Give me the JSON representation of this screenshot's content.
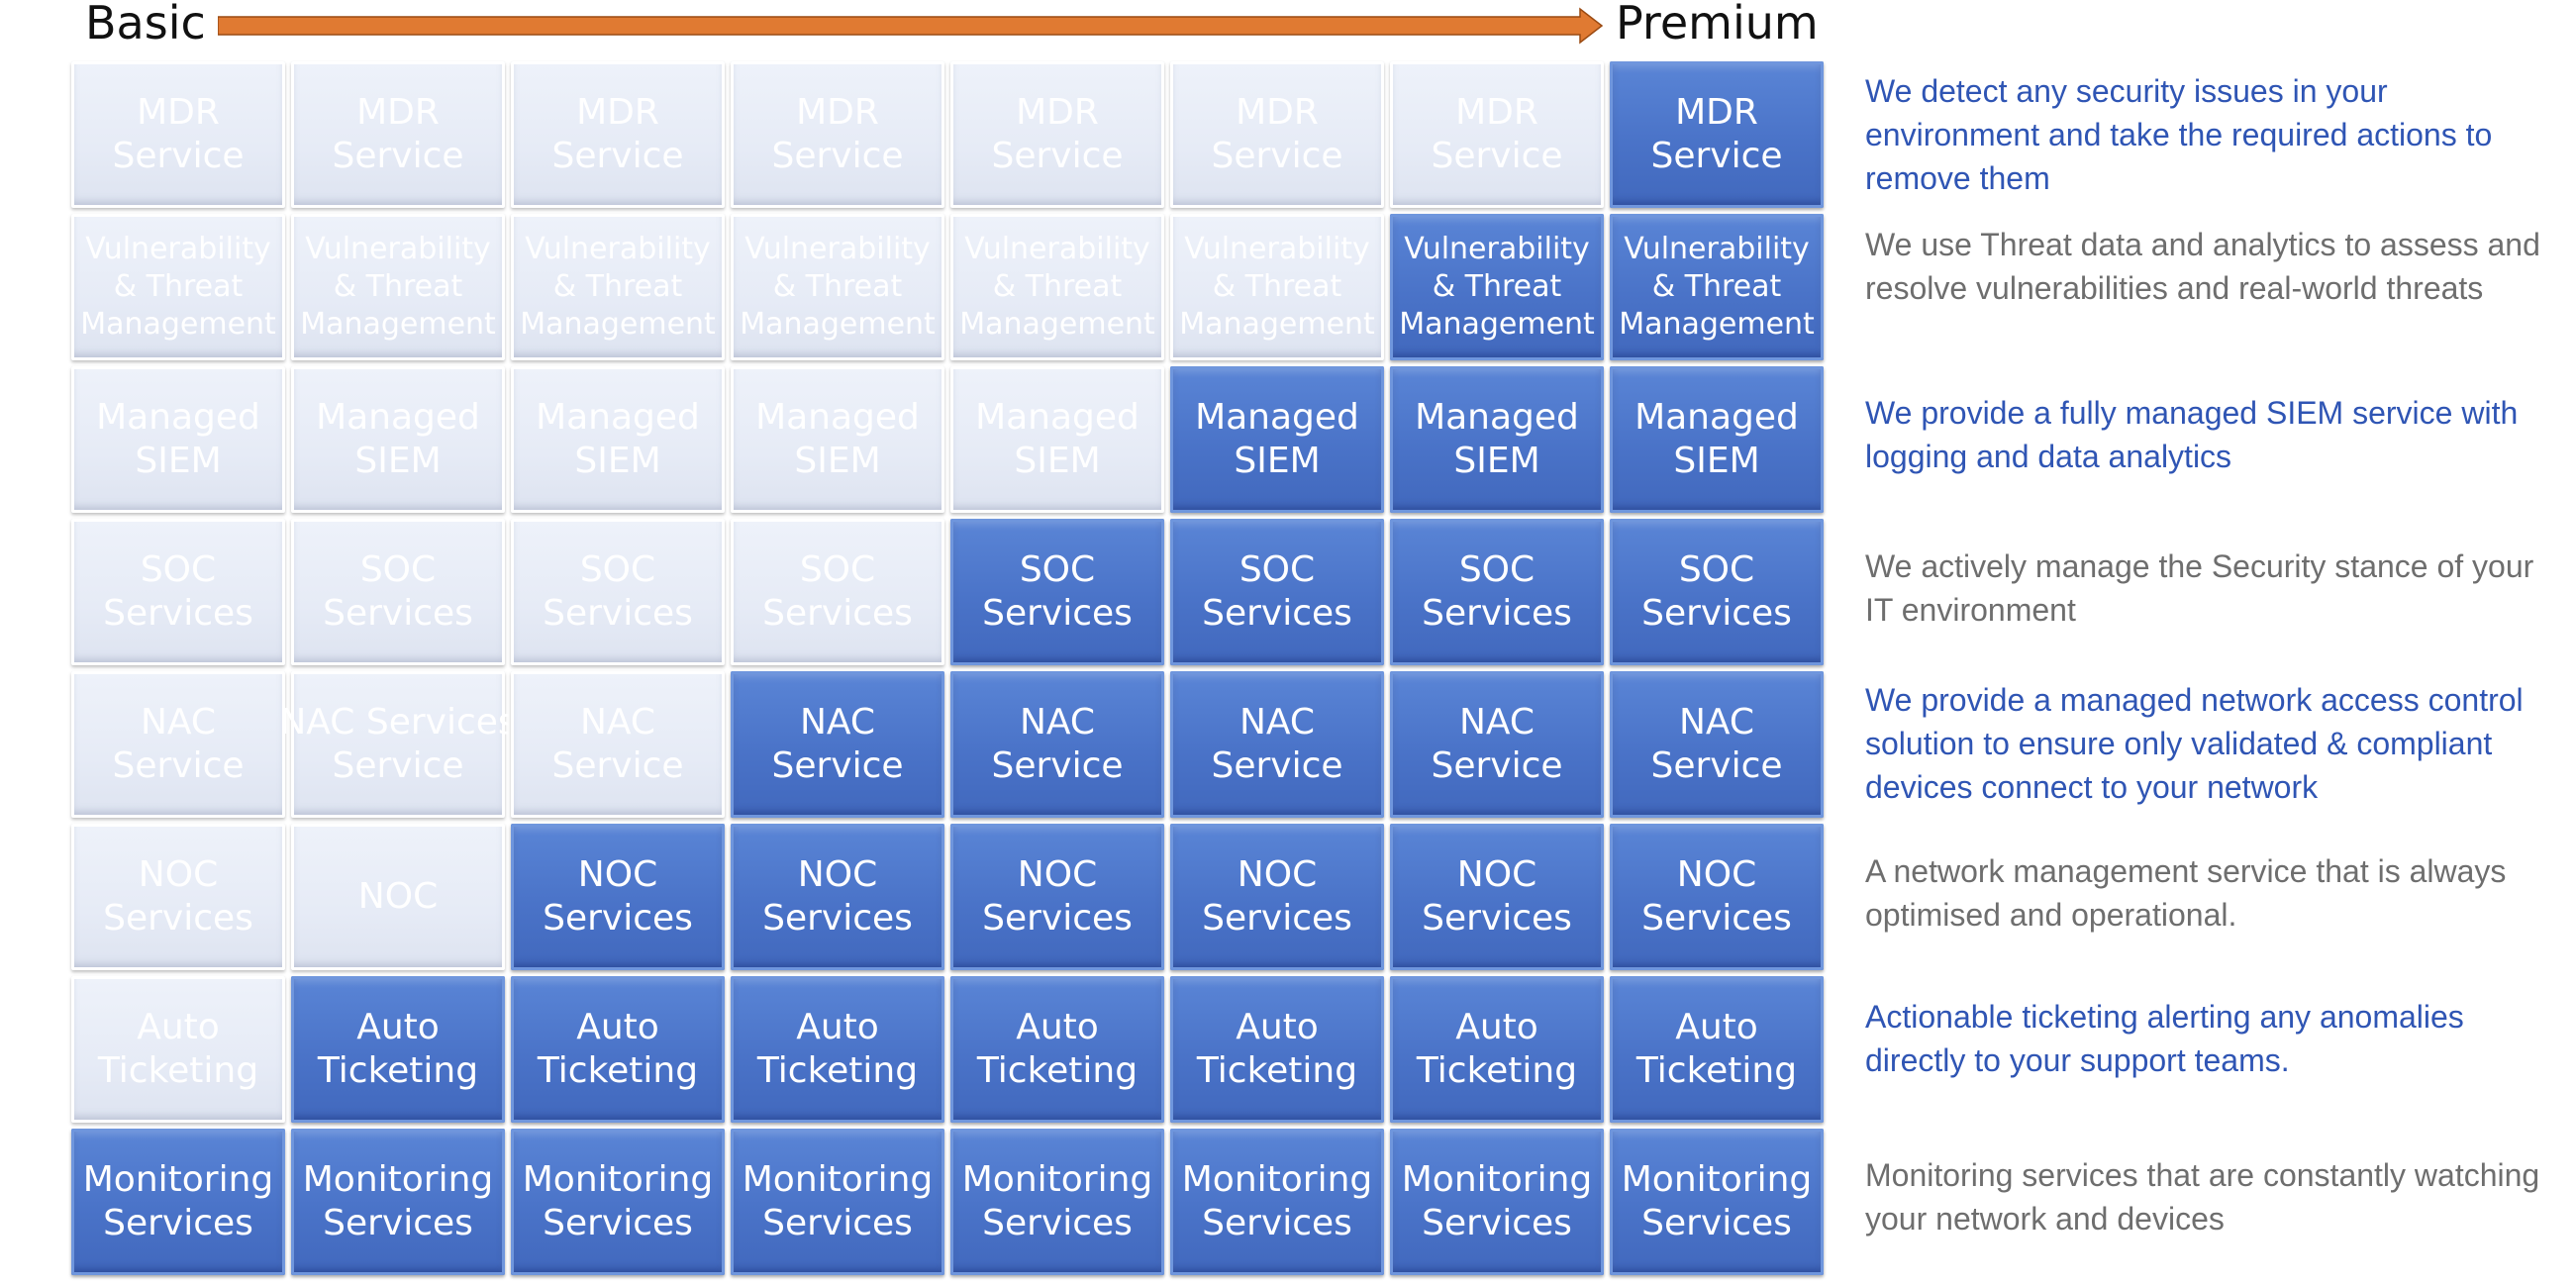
{
  "header": {
    "basic_label": "Basic",
    "premium_label": "Premium",
    "arrow_color": "#e07a32"
  },
  "colors": {
    "active_tile": "#4a73c8",
    "inactive_tile": "#e6ebf6",
    "desc_blue": "#2f55b4",
    "desc_grey": "#6e6e6e"
  },
  "services": [
    {
      "lines": [
        "MDR",
        "Service"
      ],
      "active_from_column": 8
    },
    {
      "lines": [
        "Vulnerability",
        "& Threat",
        "Management"
      ],
      "active_from_column": 7
    },
    {
      "lines": [
        "Managed",
        "SIEM"
      ],
      "active_from_column": 6
    },
    {
      "lines": [
        "SOC",
        "Services"
      ],
      "active_from_column": 5
    },
    {
      "lines": [
        "NAC",
        "Service"
      ],
      "active_from_column": 4,
      "overrides": {
        "2": [
          "NAC Services",
          "Service"
        ]
      }
    },
    {
      "lines": [
        "NOC",
        "Services"
      ],
      "active_from_column": 3,
      "overrides": {
        "2": [
          "NOC"
        ]
      }
    },
    {
      "lines": [
        "Auto",
        "Ticketing"
      ],
      "active_from_column": 2
    },
    {
      "lines": [
        "Monitoring",
        "Services"
      ],
      "active_from_column": 1
    }
  ],
  "descriptions": [
    {
      "text": "We detect any security issues in your environment and take the required actions to remove them",
      "style": "blue"
    },
    {
      "text": "We use Threat data and analytics to assess and resolve vulnerabilities and real-world threats",
      "style": "grey"
    },
    {
      "text": "We provide a fully managed SIEM service with logging and data analytics",
      "style": "blue"
    },
    {
      "text": "We actively manage the Security stance of your IT environment",
      "style": "grey"
    },
    {
      "text": "We provide a managed network access control solution to ensure only validated & compliant devices connect to your network",
      "style": "blue"
    },
    {
      "text": "A network management service that is always optimised and operational.",
      "style": "grey"
    },
    {
      "text": "Actionable ticketing alerting any anomalies directly to your support teams.",
      "style": "blue"
    },
    {
      "text": "Monitoring services that are constantly watching your network and devices",
      "style": "grey"
    }
  ]
}
